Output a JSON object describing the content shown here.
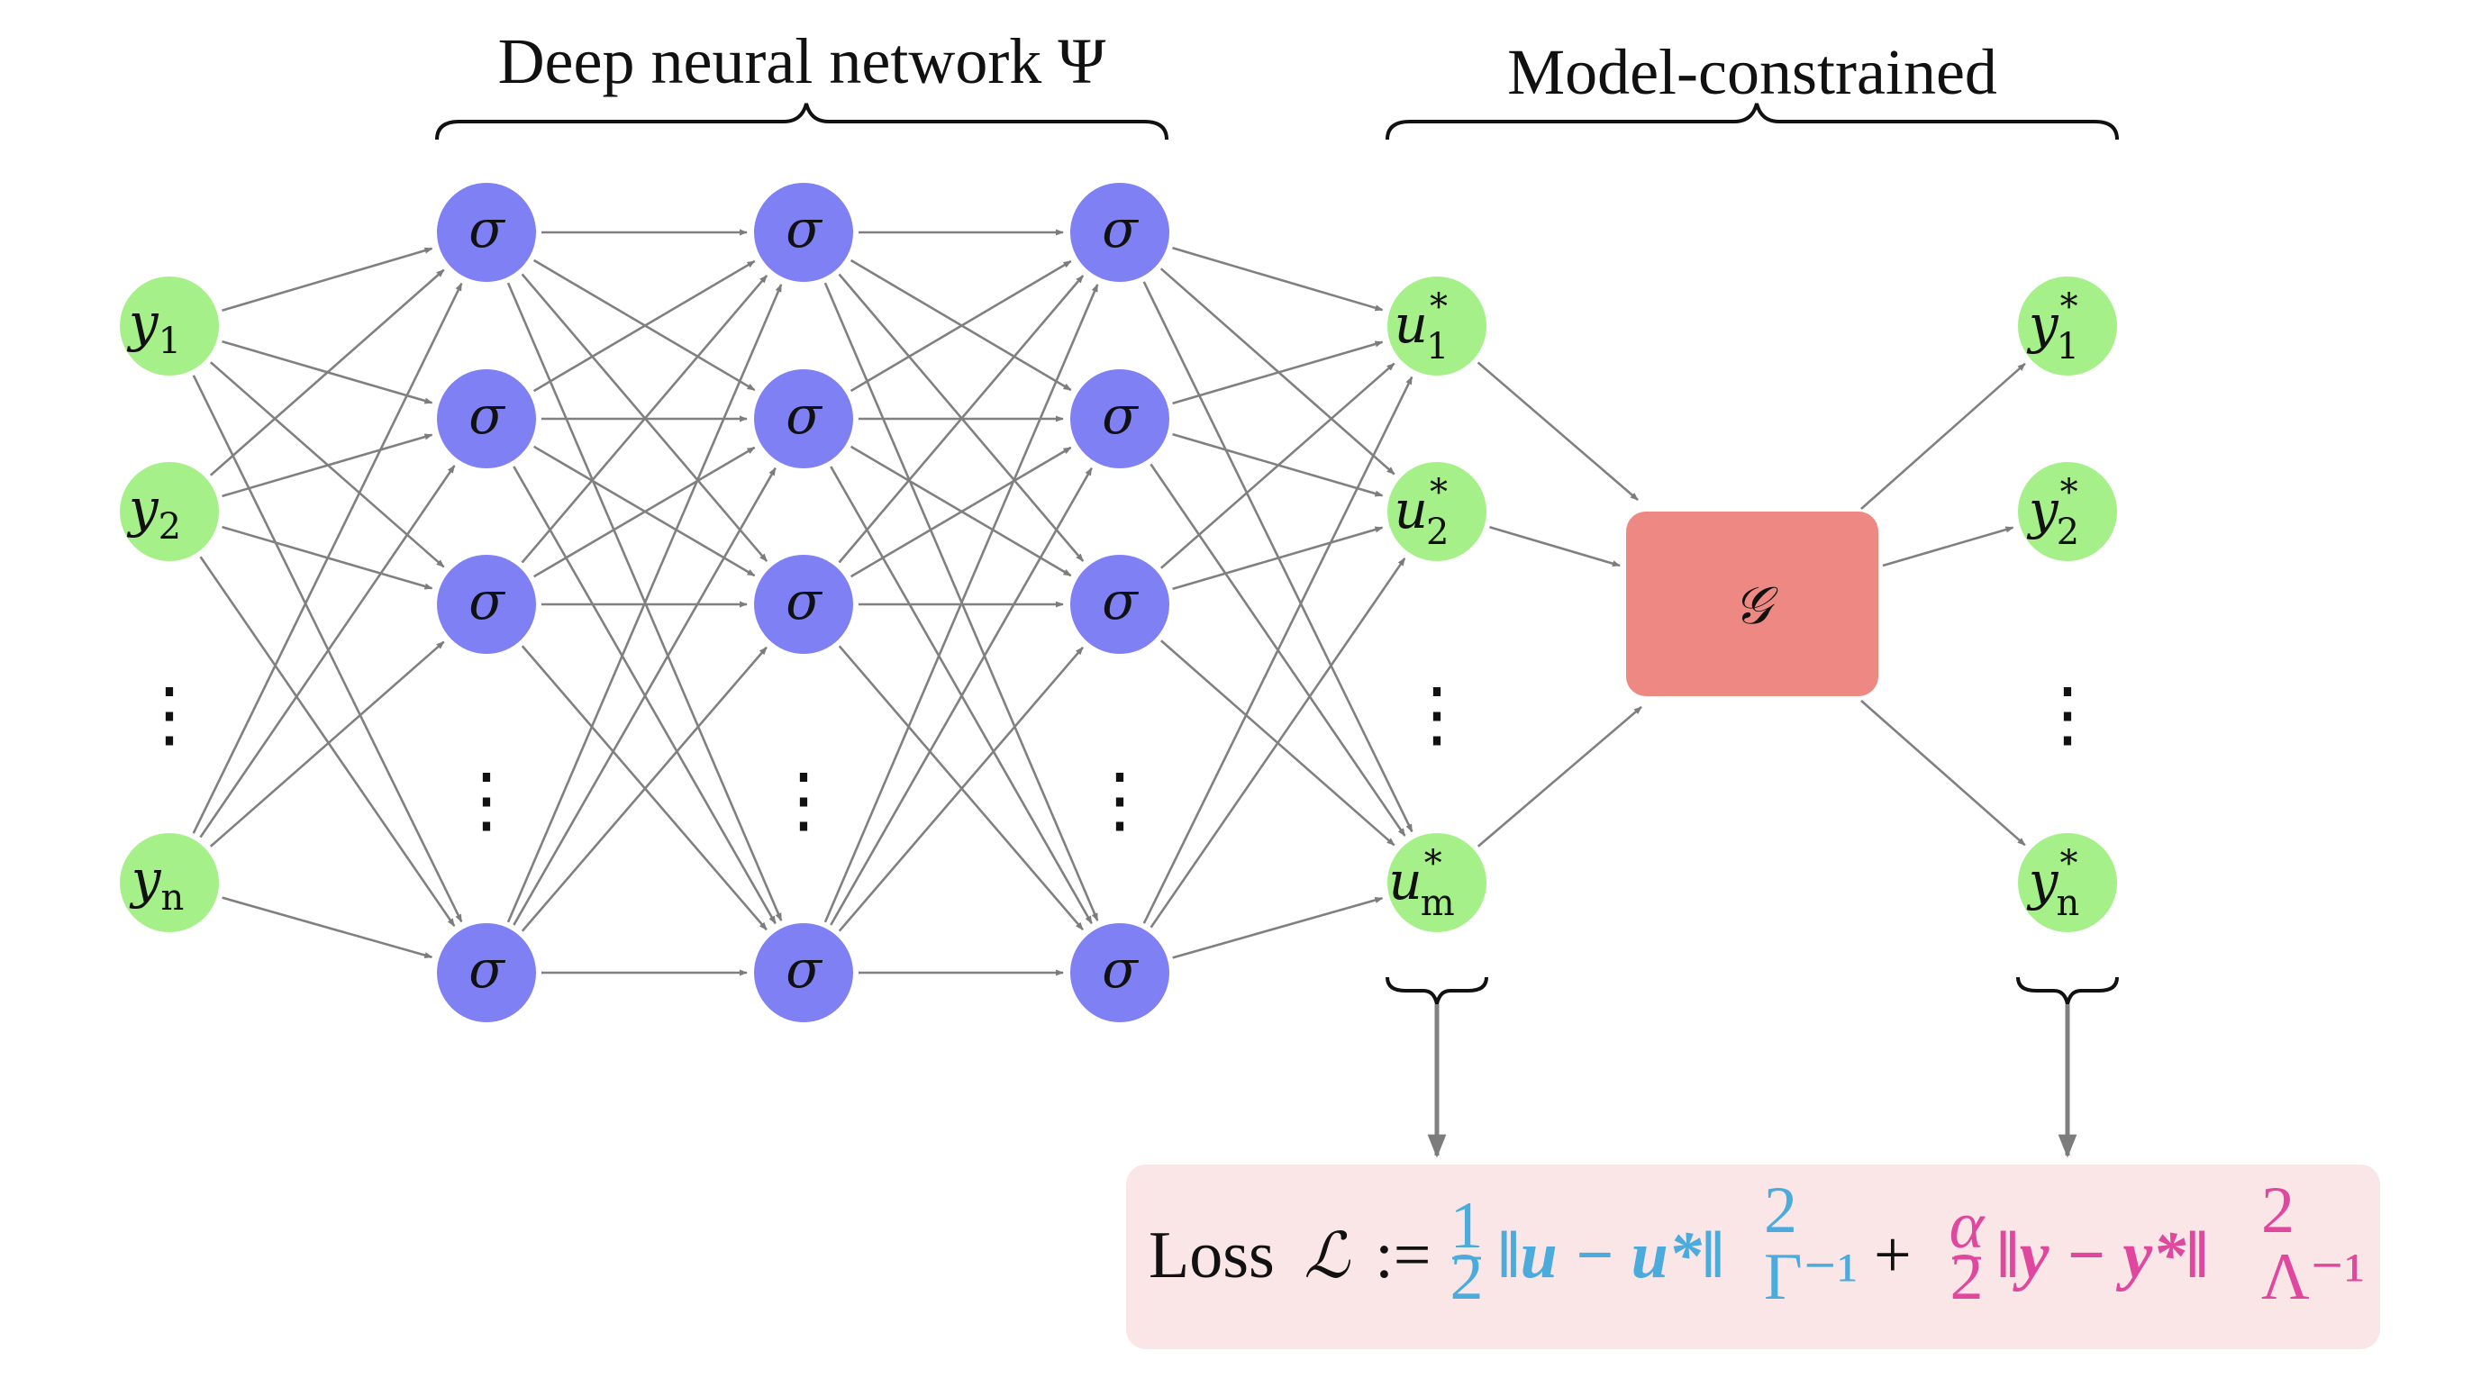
{
  "braces": {
    "dnn_title": "Deep neural network Ψ",
    "model_title": "Model-constrained"
  },
  "input_nodes": [
    {
      "base": "y",
      "sub": "1"
    },
    {
      "base": "y",
      "sub": "2"
    },
    {
      "base": "y",
      "sub": "n"
    }
  ],
  "hidden_label": "σ",
  "hidden_layers": 3,
  "output_nodes": [
    {
      "base": "u",
      "sub": "1",
      "sup": "*"
    },
    {
      "base": "u",
      "sub": "2",
      "sup": "*"
    },
    {
      "base": "u",
      "sub": "m",
      "sup": "*"
    }
  ],
  "operator_label": "𝒢",
  "predicted_nodes": [
    {
      "base": "y",
      "sub": "1",
      "sup": "*"
    },
    {
      "base": "y",
      "sub": "2",
      "sup": "*"
    },
    {
      "base": "y",
      "sub": "n",
      "sup": "*"
    }
  ],
  "ellipsis": "⋮",
  "loss": {
    "prefix": "Loss",
    "symbol": "ℒ",
    "assign": ":=",
    "term1_coef_num": "1",
    "term1_coef_den": "2",
    "term1_norm": "‖u − u*‖",
    "term1_sup": "2",
    "term1_sub": "Γ⁻¹",
    "plus": "+",
    "term2_coef_num": "α",
    "term2_coef_den": "2",
    "term2_norm": "‖y − y*‖",
    "term2_sup": "2",
    "term2_sub": "Λ⁻¹"
  },
  "colors": {
    "input_node": "#a6f08a",
    "hidden_node": "#8080f5",
    "operator_box": "#ee8882",
    "loss_box": "#fae6e6",
    "arrow": "#808080",
    "term1": "#4aabdc",
    "term2": "#e0479e"
  }
}
